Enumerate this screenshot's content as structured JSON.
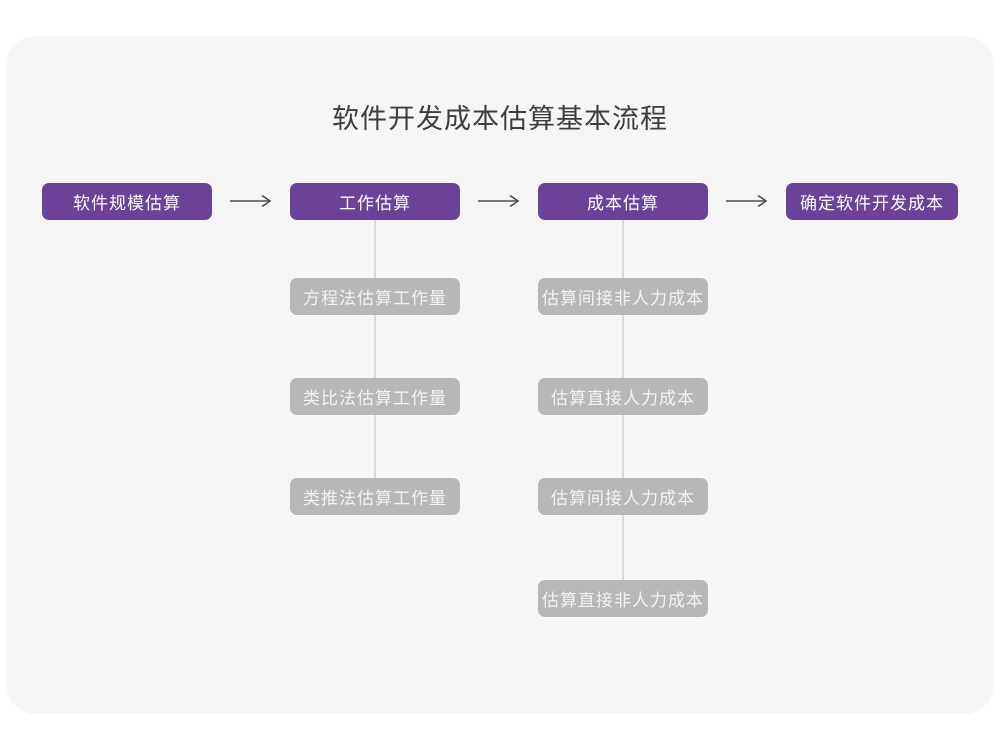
{
  "title": "软件开发成本估算基本流程",
  "colors": {
    "page_background": "#ffffff",
    "card_background": "#f6f6f7",
    "primary_node": "#6c4298",
    "sub_node": "#b7b7b7",
    "connector_line": "#d9d9d9",
    "arrow": "#4d4d4d",
    "title_text": "#3d3d3d",
    "node_text": "#ffffff"
  },
  "flow": {
    "steps": [
      {
        "label": "软件规模估算"
      },
      {
        "label": "工作估算"
      },
      {
        "label": "成本估算"
      },
      {
        "label": "确定软件开发成本"
      }
    ],
    "work_estimation_methods": [
      "方程法估算工作量",
      "类比法估算工作量",
      "类推法估算工作量"
    ],
    "cost_estimation_steps": [
      "估算间接非人力成本",
      "估算直接人力成本",
      "估算间接人力成本",
      "估算直接非人力成本"
    ]
  }
}
